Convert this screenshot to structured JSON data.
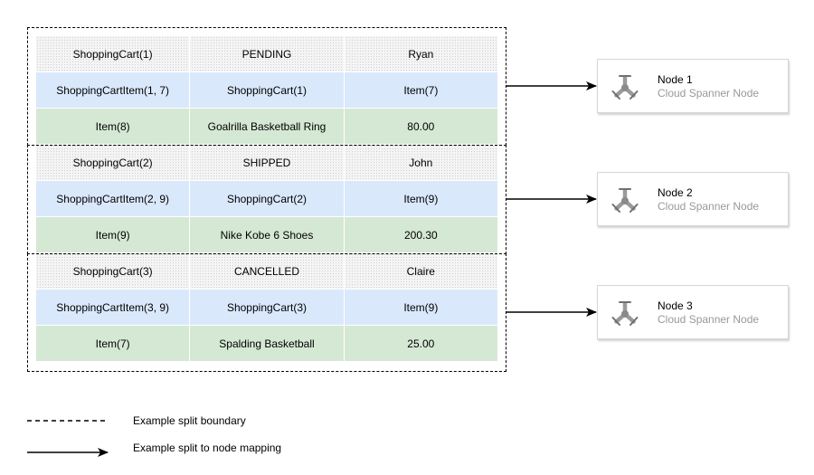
{
  "splits": [
    {
      "rows": [
        {
          "type": "cart",
          "cells": [
            "ShoppingCart(1)",
            "PENDING",
            "Ryan"
          ]
        },
        {
          "type": "cartitem",
          "cells": [
            "ShoppingCartItem(1, 7)",
            "ShoppingCart(1)",
            "Item(7)"
          ]
        },
        {
          "type": "item",
          "cells": [
            "Item(8)",
            "Goalrilla Basketball Ring",
            "80.00"
          ]
        }
      ]
    },
    {
      "rows": [
        {
          "type": "cart",
          "cells": [
            "ShoppingCart(2)",
            "SHIPPED",
            "John"
          ]
        },
        {
          "type": "cartitem",
          "cells": [
            "ShoppingCartItem(2, 9)",
            "ShoppingCart(2)",
            "Item(9)"
          ]
        },
        {
          "type": "item",
          "cells": [
            "Item(9)",
            "Nike Kobe 6 Shoes",
            "200.30"
          ]
        }
      ]
    },
    {
      "rows": [
        {
          "type": "cart",
          "cells": [
            "ShoppingCart(3)",
            "CANCELLED",
            "Claire"
          ]
        },
        {
          "type": "cartitem",
          "cells": [
            "ShoppingCartItem(3, 9)",
            "ShoppingCart(3)",
            "Item(9)"
          ]
        },
        {
          "type": "item",
          "cells": [
            "Item(7)",
            "Spalding Basketball",
            "25.00"
          ]
        }
      ]
    }
  ],
  "nodes": [
    {
      "title": "Node 1",
      "subtitle": "Cloud Spanner Node"
    },
    {
      "title": "Node 2",
      "subtitle": "Cloud Spanner Node"
    },
    {
      "title": "Node 3",
      "subtitle": "Cloud Spanner Node"
    }
  ],
  "legend": {
    "split_boundary": "Example split boundary",
    "node_mapping": "Example split to node mapping"
  },
  "icons": {
    "node": "cloud-spanner-icon"
  },
  "colors": {
    "cart_row": "#f4f4f4",
    "cartitem_row": "#dae8fc",
    "item_row": "#d5e8d4",
    "node_subtitle": "#999999",
    "line": "#000000"
  }
}
